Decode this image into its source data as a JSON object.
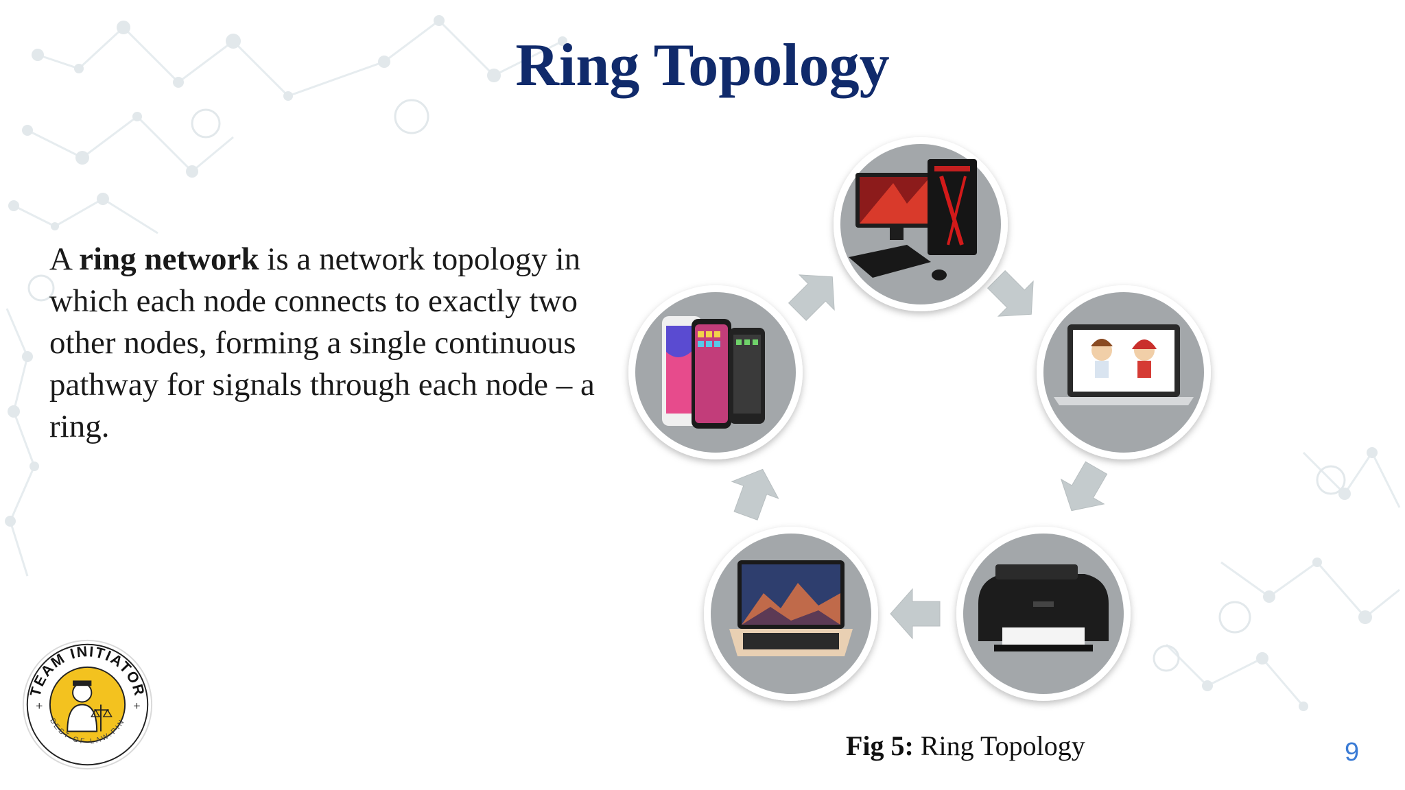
{
  "slide": {
    "title": "Ring Topology",
    "body": {
      "prefix": "A ",
      "bold": "ring network",
      "suffix": " is a network topology in which each node connects to exactly two other nodes, forming a single continuous pathway for signals through each node – a ring."
    },
    "caption": {
      "label": "Fig 5:",
      "text": " Ring Topology"
    },
    "page_number": "9",
    "logo": {
      "top_text": "TEAM INITIATOR",
      "bottom_text": "BEST OF LAW.PIN"
    }
  },
  "diagram": {
    "nodes": [
      "desktop-computer-icon",
      "laptop-icon",
      "printer-icon",
      "macbook-icon",
      "smartphones-icon"
    ],
    "arrow_color": "#c4cbcd",
    "circle_fill": "#a3a7aa"
  },
  "colors": {
    "title": "#102a6b",
    "page_number": "#3a7bd5",
    "logo_yellow": "#f3c21f"
  }
}
